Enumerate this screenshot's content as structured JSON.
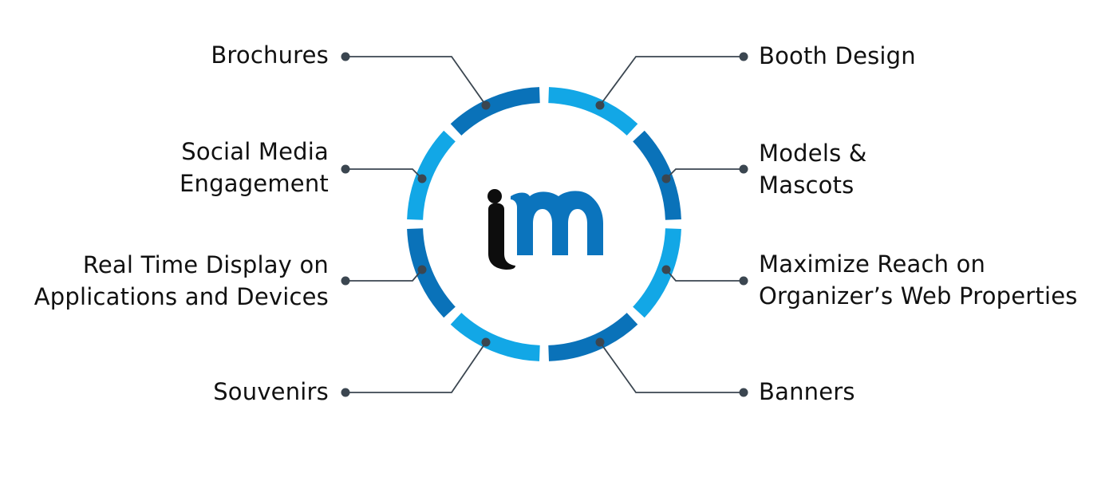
{
  "colors": {
    "dark_blue": "#0a72b9",
    "light_blue": "#12a7e6",
    "connector": "#3b4650",
    "logo_black": "#0d0d0d",
    "logo_blue": "#0b74bd"
  },
  "logo": {
    "text": "im",
    "icon": "im-logo"
  },
  "items": {
    "brochures": [
      "Brochures"
    ],
    "social_media": [
      "Social Media",
      "Engagement"
    ],
    "real_time": [
      "Real Time Display on",
      "Applications and Devices"
    ],
    "souvenirs": [
      "Souvenirs"
    ],
    "booth_design": [
      "Booth Design"
    ],
    "models_mascots": [
      "Models &",
      "Mascots"
    ],
    "maximize_reach": [
      "Maximize Reach on",
      "Organizer’s Web Properties"
    ],
    "banners": [
      "Banners"
    ]
  }
}
